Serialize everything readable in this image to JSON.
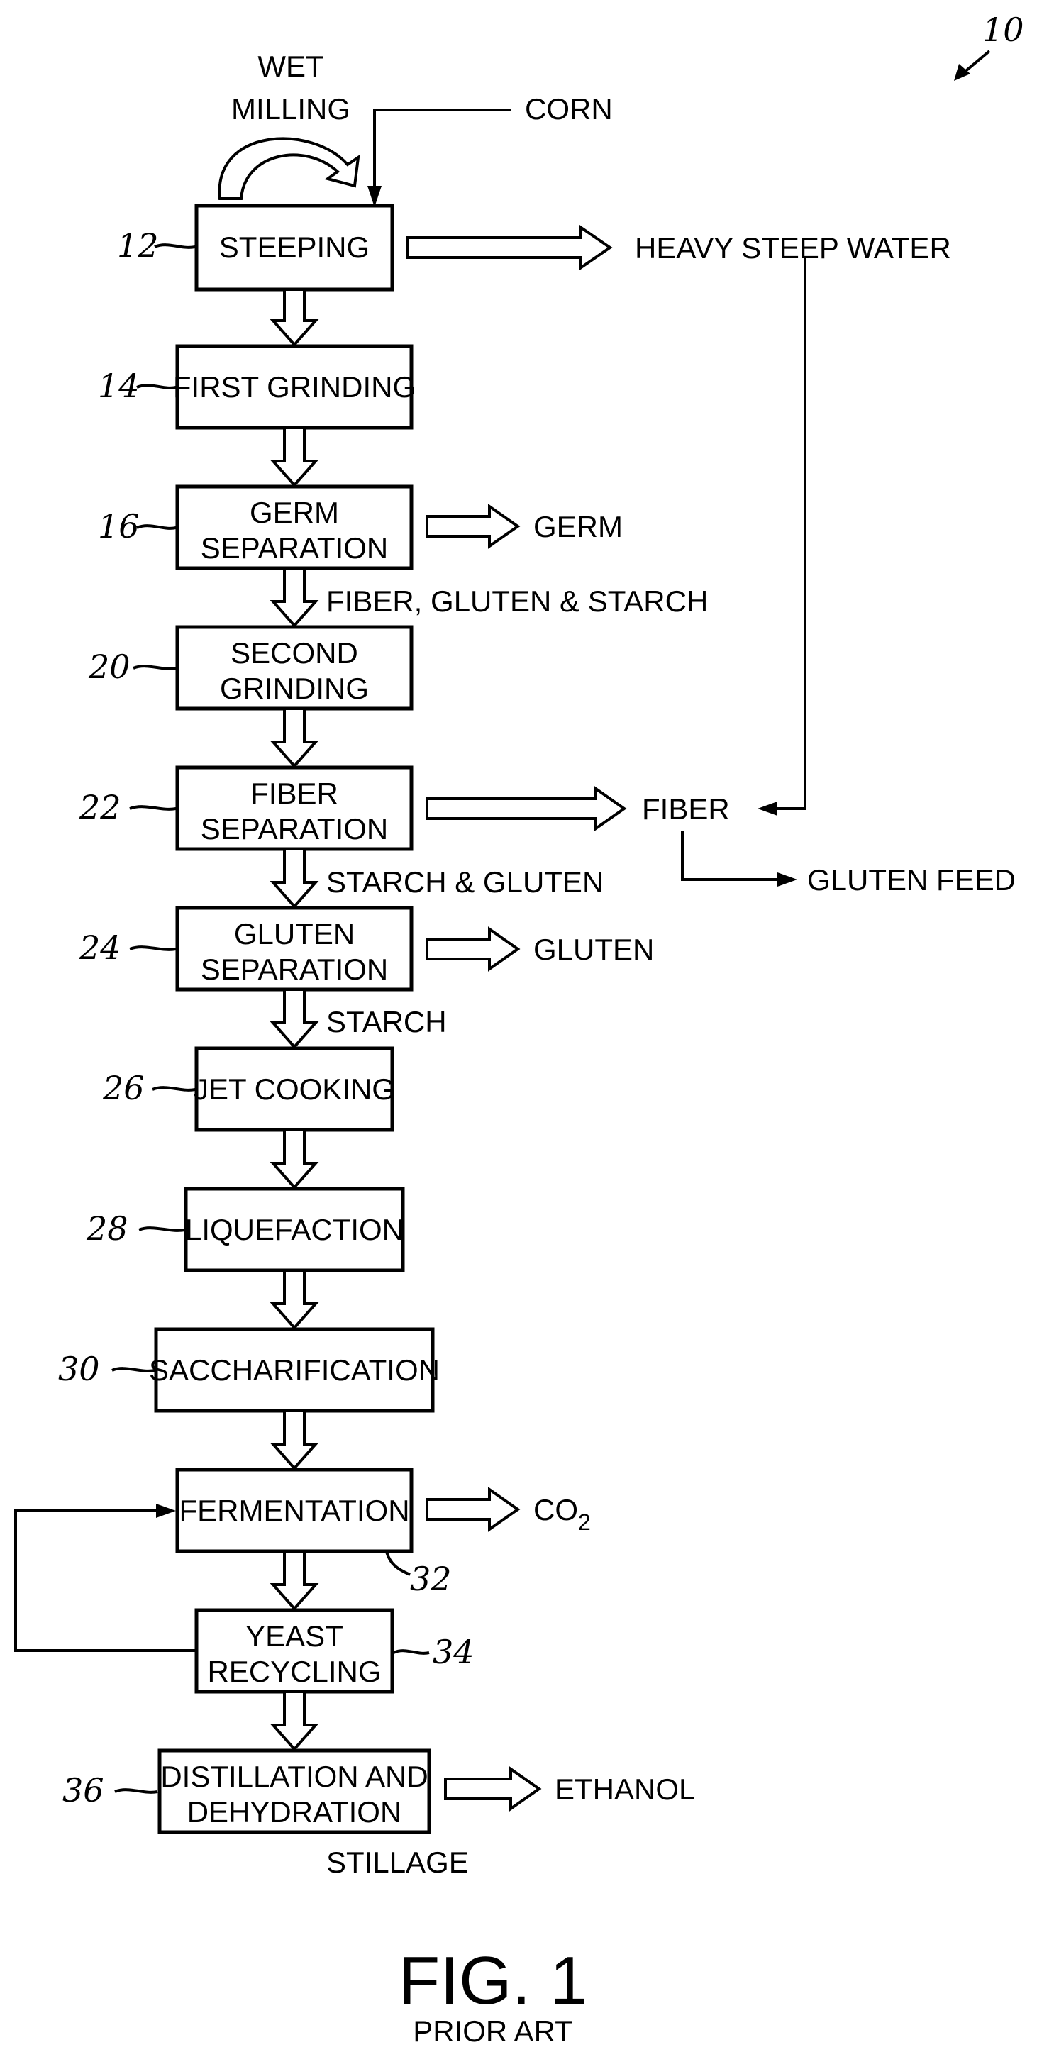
{
  "figure_ref": "10",
  "inputs": {
    "process": [
      "WET",
      "MILLING"
    ],
    "corn": "CORN"
  },
  "steps": [
    {
      "ref": "12",
      "lines": [
        "STEEPING"
      ]
    },
    {
      "ref": "14",
      "lines": [
        "FIRST GRINDING"
      ]
    },
    {
      "ref": "16",
      "lines": [
        "GERM",
        "SEPARATION"
      ]
    },
    {
      "ref": "20",
      "lines": [
        "SECOND",
        "GRINDING"
      ]
    },
    {
      "ref": "22",
      "lines": [
        "FIBER",
        "SEPARATION"
      ]
    },
    {
      "ref": "24",
      "lines": [
        "GLUTEN",
        "SEPARATION"
      ]
    },
    {
      "ref": "26",
      "lines": [
        "JET COOKING"
      ]
    },
    {
      "ref": "28",
      "lines": [
        "LIQUEFACTION"
      ]
    },
    {
      "ref": "30",
      "lines": [
        "SACCHARIFICATION"
      ]
    },
    {
      "ref": "32",
      "lines": [
        "FERMENTATION"
      ]
    },
    {
      "ref": "34",
      "lines": [
        "YEAST",
        "RECYCLING"
      ]
    },
    {
      "ref": "36",
      "lines": [
        "DISTILLATION AND",
        "DEHYDRATION"
      ]
    }
  ],
  "stream_labels": {
    "after_germ": "FIBER, GLUTEN & STARCH",
    "after_fiber": "STARCH & GLUTEN",
    "after_gluten": "STARCH",
    "after_distillation": "STILLAGE"
  },
  "outputs": {
    "heavy_steep_water": "HEAVY STEEP WATER",
    "germ": "GERM",
    "fiber": "FIBER",
    "gluten_feed": "GLUTEN FEED",
    "gluten": "GLUTEN",
    "co2": "CO",
    "co2_sub": "2",
    "ethanol": "ETHANOL"
  },
  "caption": {
    "title": "FIG. 1",
    "subtitle": "PRIOR ART"
  }
}
